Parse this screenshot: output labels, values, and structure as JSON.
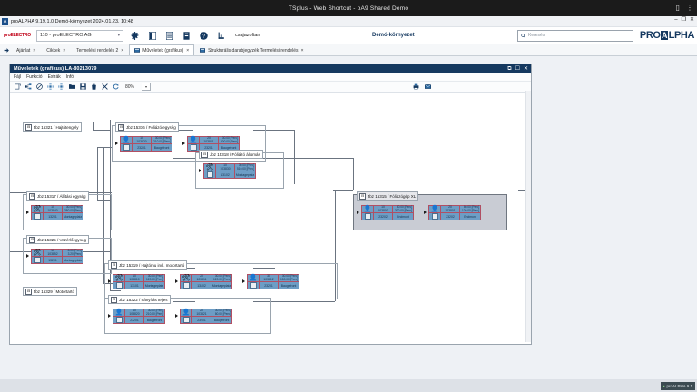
{
  "tsplus": {
    "title": "TSplus - Web Shortcut - pA9 Shared Demo",
    "icon_battery": "battery-icon",
    "icon_menu": "overflow-menu-icon",
    "notch": "chevron-down-icon"
  },
  "window": {
    "title": "proALPHA 9.19.1.0 Demó-környezet 2024.01.23. 10:48",
    "minimize": "minimize-icon",
    "maximize": "restore-icon",
    "close": "close-icon"
  },
  "ribbon": {
    "brand_left": "proELECTRO",
    "client": "110 - proELECTRO AG",
    "dropdown_arrow": "chevron-down-icon",
    "icons": [
      {
        "name": "gear-icon"
      },
      {
        "name": "panel-left-icon"
      },
      {
        "name": "list-view-icon"
      },
      {
        "name": "document-icon"
      },
      {
        "name": "help-icon"
      },
      {
        "name": "chart-bar-icon"
      }
    ],
    "user": "csajazoltan",
    "environment": "Demó-környezet",
    "search_placeholder": "Keresés",
    "search_value": "",
    "search_icon": "search-icon",
    "brand_right": "PROALPHA"
  },
  "tabs": {
    "pin_icon": "pin-icon",
    "items": [
      {
        "label": "Ajánlat",
        "active": false,
        "icon": null,
        "close": "×"
      },
      {
        "label": "Cikkek",
        "active": false,
        "icon": null,
        "close": "×"
      },
      {
        "label": "Termelési rendelés 2",
        "active": false,
        "icon": null,
        "close": "×"
      },
      {
        "label": "Műveletek (grafikus)",
        "active": true,
        "icon": "window-icon",
        "close": "×"
      },
      {
        "label": "Strukturális darabjegyzék Termelési rendelés",
        "active": false,
        "icon": "window-icon",
        "close": "×"
      }
    ]
  },
  "mdi": {
    "title": "Műveletek (grafikus) LA-80213079",
    "buttons": [
      "restore-down-icon",
      "maximize-icon",
      "close-icon"
    ],
    "menu": [
      "Fájl",
      "Funkció",
      "Extrák",
      "Infó"
    ],
    "toolbar": {
      "icons": [
        {
          "name": "new-diagram-icon"
        },
        {
          "name": "network-icon"
        },
        {
          "name": "block-icon"
        },
        {
          "name": "expand-all-icon"
        },
        {
          "name": "collapse-all-icon"
        },
        {
          "name": "open-folder-icon"
        },
        {
          "name": "save-icon"
        },
        {
          "name": "delete-icon"
        },
        {
          "name": "cut-icon"
        },
        {
          "name": "refresh-icon"
        }
      ],
      "zoom_level": "80%",
      "zoom_dropdown_arrow": "▾",
      "print_icons": [
        {
          "name": "print-icon"
        },
        {
          "name": "export-icon"
        }
      ]
    }
  },
  "diagram": {
    "expand_glyph": "⊟",
    "worker_icon": "worker-icon",
    "machine_icon": "machine-icon",
    "unit_label": "[Perc]",
    "groups": [
      {
        "id": "g15321",
        "title": "Jbz 15321 / Hajtótengely",
        "type": "label-only",
        "selected": false,
        "nodes": []
      },
      {
        "id": "g15316",
        "title": "Jbz 15316 / Fóliázó egység",
        "type": "group",
        "selected": false,
        "nodes": [
          {
            "seq": "10",
            "op": "103820",
            "t1": "30.00 [Perc]",
            "t2": "210.00 [Perc]",
            "wc": "23201",
            "desc": "Baugefront",
            "icon": "worker-icon"
          },
          {
            "seq": "20",
            "op": "103821",
            "t1": "30.00 [Perc]",
            "t2": "200.00 [Perc]",
            "wc": "23201",
            "desc": "Baugefront",
            "icon": "worker-icon"
          }
        ]
      },
      {
        "id": "g15318",
        "title": "Jbz 15318 / Fóliázó állomás",
        "type": "group",
        "selected": false,
        "nodes": [
          {
            "seq": "10",
            "op": "103830",
            "t1": "30.00 [Perc]",
            "t2": "510.00 [Perc]",
            "wc": "13102",
            "desc": "Montageplatz",
            "icon": "machine-icon"
          }
        ]
      },
      {
        "id": "g15317",
        "title": "Jbz 15317 / Állítási egység",
        "type": "group",
        "selected": false,
        "nodes": [
          {
            "seq": "10",
            "op": "103840",
            "t1": "30.00 [Perc]",
            "t2": "380.00 [Perc]",
            "wc": "13201",
            "desc": "Montageplatz",
            "icon": "machine-icon"
          }
        ]
      },
      {
        "id": "g15325",
        "title": "Jbz 15325 / Vezérlőegység",
        "type": "group",
        "selected": false,
        "nodes": [
          {
            "seq": "10",
            "op": "103852",
            "t1": "8.00 [Perc]",
            "t2": "3.20 [Perc]",
            "wc": "13201",
            "desc": "Montageplatz",
            "icon": "machine-icon"
          }
        ]
      },
      {
        "id": "g15329",
        "title": "Jbz 15329 / Motortartó",
        "type": "label-only",
        "selected": false,
        "nodes": []
      },
      {
        "id": "g15319",
        "title": "Jbz 15319 / Hajtómu incl. motortartó",
        "type": "group",
        "selected": false,
        "nodes": [
          {
            "seq": "10",
            "op": "103810",
            "t1": "30.00 [Perc]",
            "t2": "120.00 [Perc]",
            "wc": "13101",
            "desc": "Montageplatz",
            "icon": "machine-icon"
          },
          {
            "seq": "20",
            "op": "103811",
            "t1": "30.00 [Perc]",
            "t2": "120.00 [Perc]",
            "wc": "13102",
            "desc": "Montageplatz",
            "icon": "machine-icon"
          },
          {
            "seq": "30",
            "op": "103812",
            "t1": "30.00 [Perc]",
            "t2": "150.00 [Perc]",
            "wc": "23201",
            "desc": "Baugefront",
            "icon": "worker-icon"
          }
        ]
      },
      {
        "id": "g15322",
        "title": "Jbz 15322 / Irányítás teljes",
        "type": "group",
        "selected": false,
        "nodes": [
          {
            "seq": "10",
            "op": "103820",
            "t1": "30.00 [Perc]",
            "t2": "210.00 [Perc]",
            "wc": "23201",
            "desc": "Baugefront",
            "icon": "worker-icon"
          },
          {
            "seq": "20",
            "op": "103821",
            "t1": "30.00 [Perc]",
            "t2": "80.00 [Perc]",
            "wc": "23201",
            "desc": "Baugefront",
            "icon": "worker-icon"
          }
        ]
      },
      {
        "id": "g15315",
        "title": "Jbz 15315 / Fóliázógép XL",
        "type": "group",
        "selected": true,
        "nodes": [
          {
            "seq": "10",
            "op": "103800",
            "t1": "60.00 [Perc]",
            "t2": "300.00 [Perc]",
            "wc": "23202",
            "desc": "Endmont",
            "icon": "worker-icon"
          },
          {
            "seq": "20",
            "op": "103801",
            "t1": "60.00 [Perc]",
            "t2": "120.00 [Perc]",
            "wc": "23202",
            "desc": "Endmont",
            "icon": "worker-icon"
          }
        ]
      }
    ]
  },
  "status": {
    "chip_label": "proALPHA 9.1",
    "chip_icon": "app-running-icon"
  }
}
